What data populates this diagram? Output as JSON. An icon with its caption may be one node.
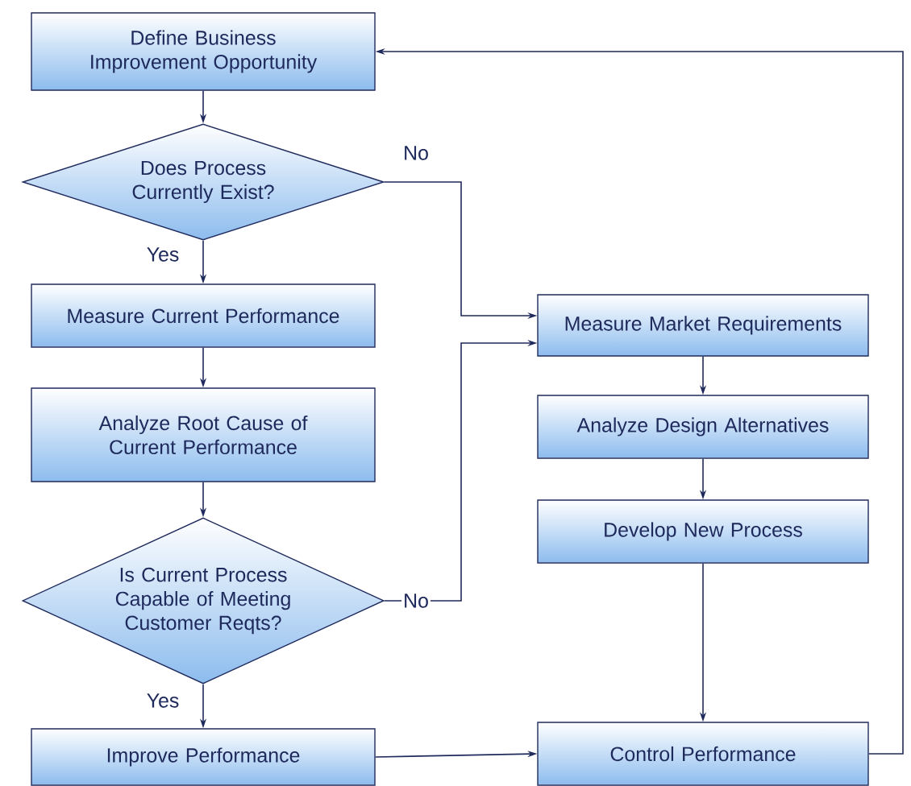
{
  "diagram": {
    "nodes": [
      {
        "text": [
          "Define Business Improvement Opportunity"
        ]
      },
      {
        "text": [
          "Does Process Currently Exist?"
        ]
      },
      {
        "text": [
          "Measure Current Performance"
        ]
      },
      {
        "text": [
          "Analyze Root Cause of Current Performance"
        ]
      },
      {
        "text": [
          "Is Current Process Capable of Meeting Customer Reqts?"
        ]
      },
      {
        "text": [
          "Improve Performance"
        ]
      },
      {
        "text": [
          "Measure Market Requirements"
        ]
      },
      {
        "text": [
          "Analyze Design Alternatives"
        ]
      },
      {
        "text": [
          "Develop New Process"
        ]
      },
      {
        "text": [
          "Control Performance"
        ]
      }
    ],
    "edges": [
      {
        "from": 0,
        "to": 1,
        "arrow": "to"
      },
      {
        "from": 1,
        "to": 2,
        "arrow": "to",
        "label": "Yes"
      },
      {
        "from": 1,
        "to": 6,
        "arrow": "to",
        "label": "No"
      },
      {
        "from": 2,
        "to": 3,
        "arrow": "to"
      },
      {
        "from": 3,
        "to": 4,
        "arrow": "to"
      },
      {
        "from": 4,
        "to": 5,
        "arrow": "to",
        "label": "Yes"
      },
      {
        "from": 4,
        "to": 6,
        "arrow": "to",
        "label": "No"
      },
      {
        "from": 6,
        "to": 7,
        "arrow": "to"
      },
      {
        "from": 7,
        "to": 8,
        "arrow": "to"
      },
      {
        "from": 8,
        "to": 9,
        "arrow": "to"
      },
      {
        "from": 5,
        "to": 9,
        "arrow": "to"
      },
      {
        "from": 9,
        "to": 0,
        "arrow": "to"
      }
    ]
  }
}
